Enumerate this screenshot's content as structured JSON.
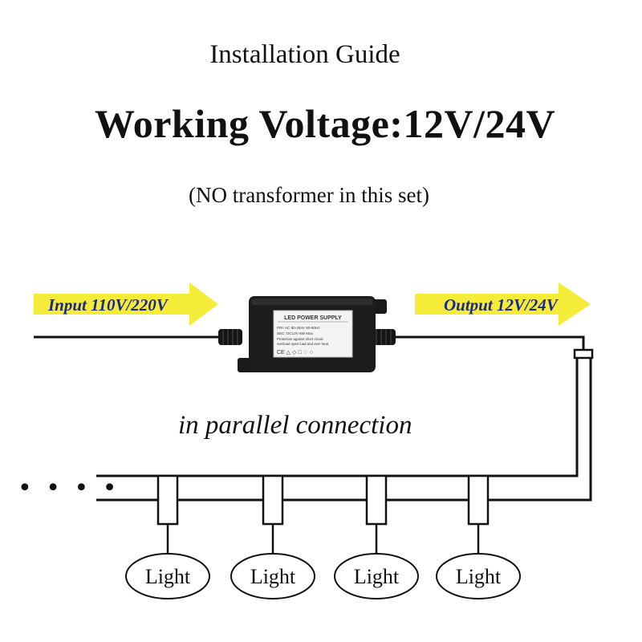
{
  "header": {
    "guide_title": "Installation Guide",
    "voltage_title": "Working Voltage:12V/24V",
    "note": "(NO transformer in this set)"
  },
  "arrows": {
    "input_label": "Input 110V/220V",
    "output_label": "Output 12V/24V",
    "fill_color": "#f5ec3a",
    "text_color": "#1b2a8a"
  },
  "power_supply": {
    "label": "LED POWER SUPPLY",
    "spec_lines": [
      "PRI: AC 90-264V  50-60Hz",
      "SEC: DC12V      6W Max",
      "Protection against short circuit",
      "overload open load and over heat"
    ],
    "marks": "CE △ ◇ □ ♢ ○"
  },
  "wiring": {
    "label": "in parallel connection",
    "continuation": "• • • •"
  },
  "lights": [
    {
      "label": "Light"
    },
    {
      "label": "Light"
    },
    {
      "label": "Light"
    },
    {
      "label": "Light"
    }
  ]
}
